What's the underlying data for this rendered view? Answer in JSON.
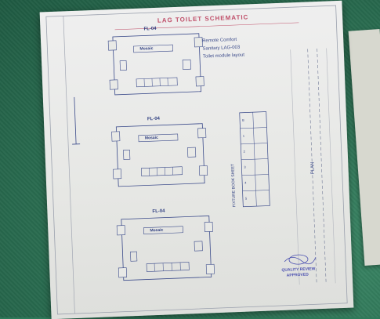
{
  "scene": {
    "description_tags": [
      "photo-of-paper-drawing",
      "green-background"
    ],
    "colors": {
      "background": "#2f7a5a",
      "paper": "#e8e9e6",
      "ink_blue": "#3a4a8a",
      "ink_red": "#c0506a",
      "stamp": "#4a4fb0"
    }
  },
  "drawing": {
    "title": "LAG TOILET SCHEMATIC",
    "notes": [
      "Remote Comfort",
      "Sanitary LAG-003",
      "Toilet module layout"
    ],
    "plans": [
      {
        "label": "FL-04",
        "panel_text": "Mosaic"
      },
      {
        "label": "FL-04",
        "panel_text": "Mosaic"
      },
      {
        "label": "FL-04",
        "panel_text": "Mosaic"
      }
    ],
    "table_label": "FIXTURE BOOK SHEET",
    "table_rows": [
      "B",
      "1",
      "2",
      "3",
      "4",
      "5"
    ],
    "side_text": "PLAN",
    "stamp": [
      "QUALITY REVIEW",
      "APPROVED"
    ]
  }
}
